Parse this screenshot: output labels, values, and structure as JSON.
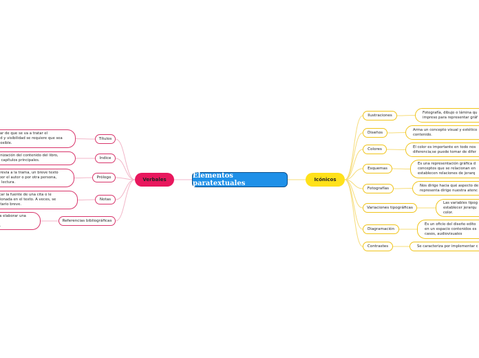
{
  "map": {
    "center": "Elementos paratextuales",
    "left_branch": {
      "label": "Verbales",
      "children": [
        {
          "label": "Títulos",
          "detail": "car de que se va a tratar el\nad y visibilidad se requiere que sea\nposible."
        },
        {
          "label": "Indice",
          "detail": "anización del contenido del libro,\ns capítulos principales."
        },
        {
          "label": "Prólogo",
          "detail": "previa a la trama, un breve texto\n por el autor o por otra persona,\nu lectura."
        },
        {
          "label": "Notas",
          "detail": "icar la fuente de una cita o le\ncionada en el texto. A veces, se\nntario breve."
        },
        {
          "label": "Referencias bibliográficas",
          "detail": "ra elaborar una\ns\ns."
        }
      ]
    },
    "right_branch": {
      "label": "Icónicos",
      "children": [
        {
          "label": "Ilustraciones",
          "detail": "Fotografía, dibujo o lámina qu\nimpreso para representar gráf"
        },
        {
          "label": "Diseños",
          "detail": "Arma un concepto visual y estético\ncontenido."
        },
        {
          "label": "Colores",
          "detail": "El color es importante en todo nos\ndiferencia;se puede tomar de difer"
        },
        {
          "label": "Esquemas",
          "detail": "Es una representación gráfica d\nconceptos que se relacionan en\nestablecen relaciones de jerarq"
        },
        {
          "label": "Fotografías",
          "detail": "Nos dirige hacia qué aspecto de\nrepresenta dirige nuestra atenc"
        },
        {
          "label": "Variaciones tipográficas",
          "detail": "Las variables tipog\nestablecer jerarqu\ncolor."
        },
        {
          "label": "Diagramación",
          "detail": "Es un oficio del diseño edito\nen un espacio contenidos es\ncasos, audiovisuales"
        },
        {
          "label": "Contrastes",
          "detail": "Se caracteriza por implementar c"
        }
      ]
    },
    "colors": {
      "center_fill": "#1e90e8",
      "left_accent": "#e8175d",
      "right_accent": "#ffe11a"
    }
  }
}
